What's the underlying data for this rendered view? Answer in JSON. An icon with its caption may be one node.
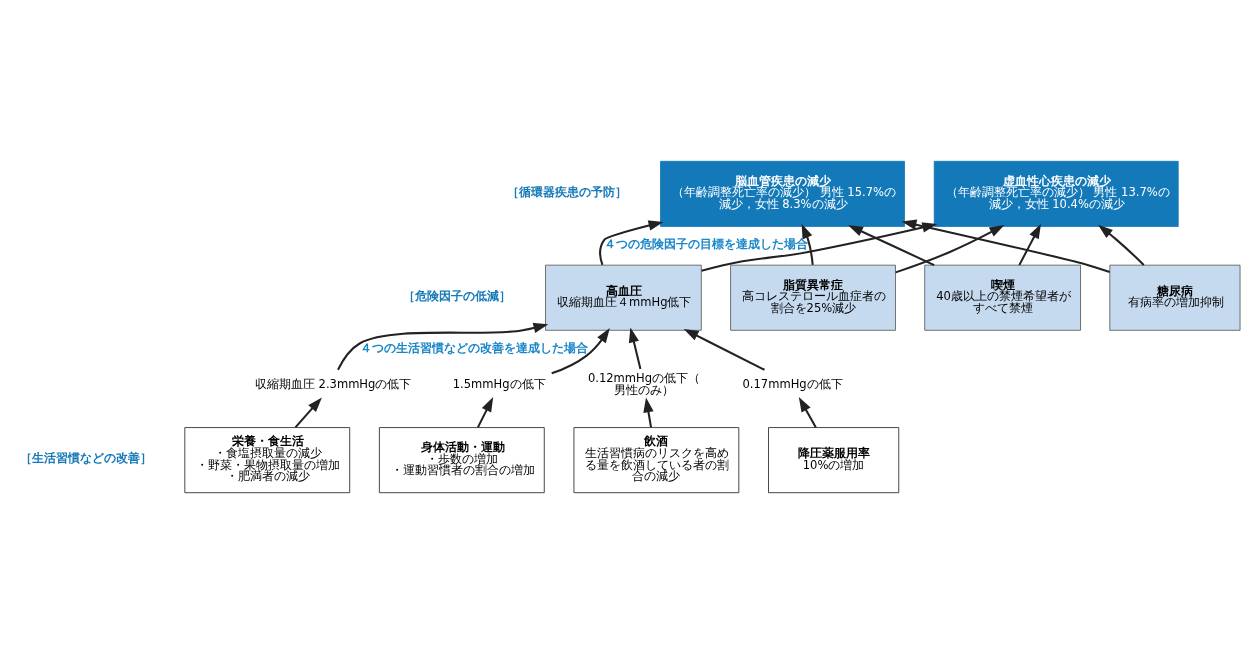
{
  "diagram": {
    "nodes": [
      {
        "text": [
          "脳血管疾患の減少",
          "（年齢調整死亡率の減少） 男性 15.7%の減少，女性 8.3%の減少"
        ]
      },
      {
        "text": [
          "虚血性心疾患の減少",
          "（年齢調整死亡率の減少） 男性 13.7%の減少，女性 10.4%の減少"
        ]
      },
      {
        "text": [
          "高血圧",
          "収縮期血圧４mmHg低下"
        ]
      },
      {
        "text": [
          "脂質異常症",
          "高コレステロール血症者の割合を25%減少"
        ]
      },
      {
        "text": [
          "喫煙",
          "40歳以上の禁煙希望者がすべて禁煙"
        ]
      },
      {
        "text": [
          "糖尿病",
          "有病率の増加抑制"
        ]
      },
      {
        "text": [
          "収縮期血圧 2.3mmHgの低下"
        ]
      },
      {
        "text": [
          "1.5mmHgの低下"
        ]
      },
      {
        "text": [
          "0.12mmHgの低下（男性のみ）"
        ]
      },
      {
        "text": [
          "0.17mmHgの低下"
        ]
      },
      {
        "text": [
          "栄養・食生活",
          "・食塩摂取量の減少",
          "・野菜・果物摂取量の増加",
          "・肥満者の減少"
        ]
      },
      {
        "text": [
          "身体活動・運動",
          "・歩数の増加",
          "・運動習慣者の割合の増加"
        ]
      },
      {
        "text": [
          "飲酒",
          "生活習慣病のリスクを高める量を飲酒している者の割合の減少"
        ]
      },
      {
        "text": [
          "降圧薬服用率",
          "10%の増加"
        ]
      }
    ],
    "edges": [
      {
        "from": 10,
        "to": 6,
        "arrow": "to"
      },
      {
        "from": 11,
        "to": 7,
        "arrow": "to"
      },
      {
        "from": 12,
        "to": 8,
        "arrow": "to"
      },
      {
        "from": 13,
        "to": 9,
        "arrow": "to"
      },
      {
        "from": 6,
        "to": 2,
        "arrow": "to",
        "label": "４つの生活習慣などの改善を達成した場合"
      },
      {
        "from": 7,
        "to": 2,
        "arrow": "to"
      },
      {
        "from": 8,
        "to": 2,
        "arrow": "to"
      },
      {
        "from": 9,
        "to": 2,
        "arrow": "to"
      },
      {
        "from": 2,
        "to": 0,
        "arrow": "to",
        "label": "４つの危険因子の目標を達成した場合"
      },
      {
        "from": 3,
        "to": 0,
        "arrow": "to"
      },
      {
        "from": 4,
        "to": 0,
        "arrow": "to"
      },
      {
        "from": 5,
        "to": 0,
        "arrow": "to"
      },
      {
        "from": 2,
        "to": 1,
        "arrow": "to"
      },
      {
        "from": 3,
        "to": 1,
        "arrow": "to"
      },
      {
        "from": 4,
        "to": 1,
        "arrow": "to"
      },
      {
        "from": 5,
        "to": 1,
        "arrow": "to"
      }
    ],
    "labels": [
      "［循環器疾患の予防］",
      "［危険因子の低減］",
      "［生活習慣などの改善］"
    ]
  }
}
